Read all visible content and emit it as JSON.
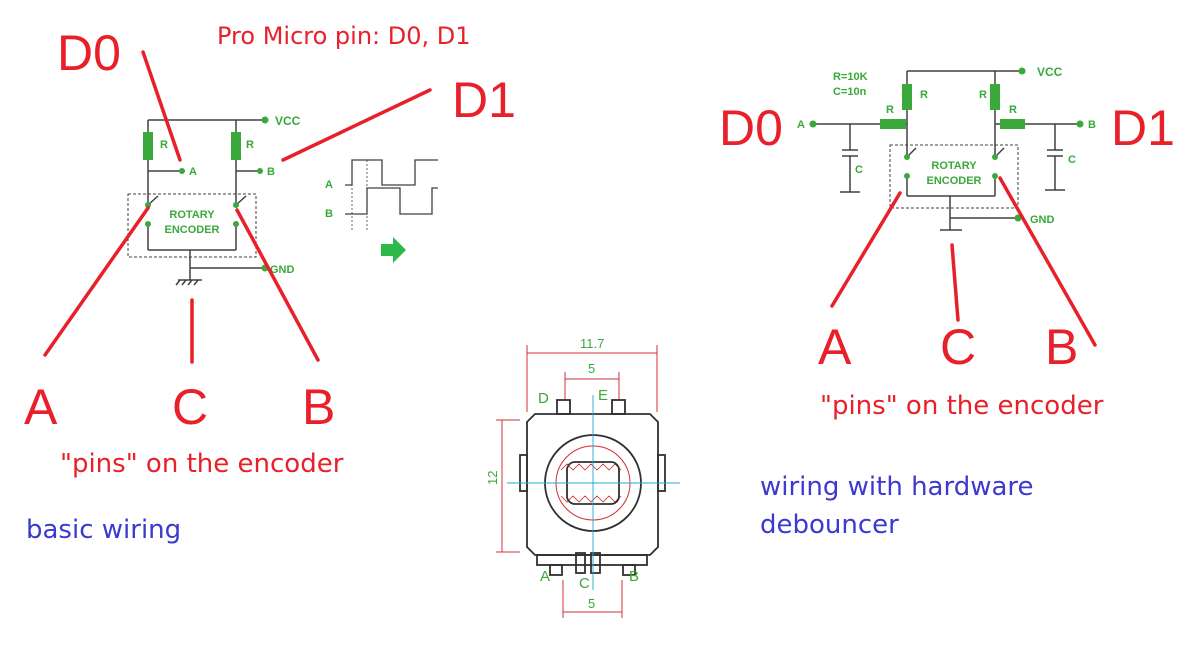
{
  "header": {
    "title": "Pro Micro pin: D0, D1"
  },
  "labels": {
    "d0": "D0",
    "d1": "D1",
    "a": "A",
    "b": "B",
    "c": "C",
    "pins_caption": "\"pins\" on the encoder"
  },
  "left_circuit": {
    "caption": "basic wiring",
    "vcc": "VCC",
    "gnd": "GND",
    "r": "R",
    "pin_a": "A",
    "pin_b": "B",
    "encoder_line1": "ROTARY",
    "encoder_line2": "ENCODER",
    "wave_a": "A",
    "wave_b": "B"
  },
  "right_circuit": {
    "caption_line1": "wiring with hardware",
    "caption_line2": "debouncer",
    "values_line1": "R=10K",
    "values_line2": "C=10n",
    "vcc": "VCC",
    "gnd": "GND",
    "r": "R",
    "c": "C",
    "pin_a": "A",
    "pin_b": "B",
    "encoder_line1": "ROTARY",
    "encoder_line2": "ENCODER"
  },
  "mechanical": {
    "width_dim": "11.7",
    "pin_spacing_top": "5",
    "height_dim": "12",
    "pin_spacing_bottom": "5",
    "pin_d": "D",
    "pin_e": "E",
    "pin_a": "A",
    "pin_c": "C",
    "pin_b": "B"
  },
  "colors": {
    "annotation_red": "#e8202a",
    "schematic_green": "#3aa83a",
    "caption_blue": "#3a3ad0",
    "line_dark": "#404040"
  }
}
